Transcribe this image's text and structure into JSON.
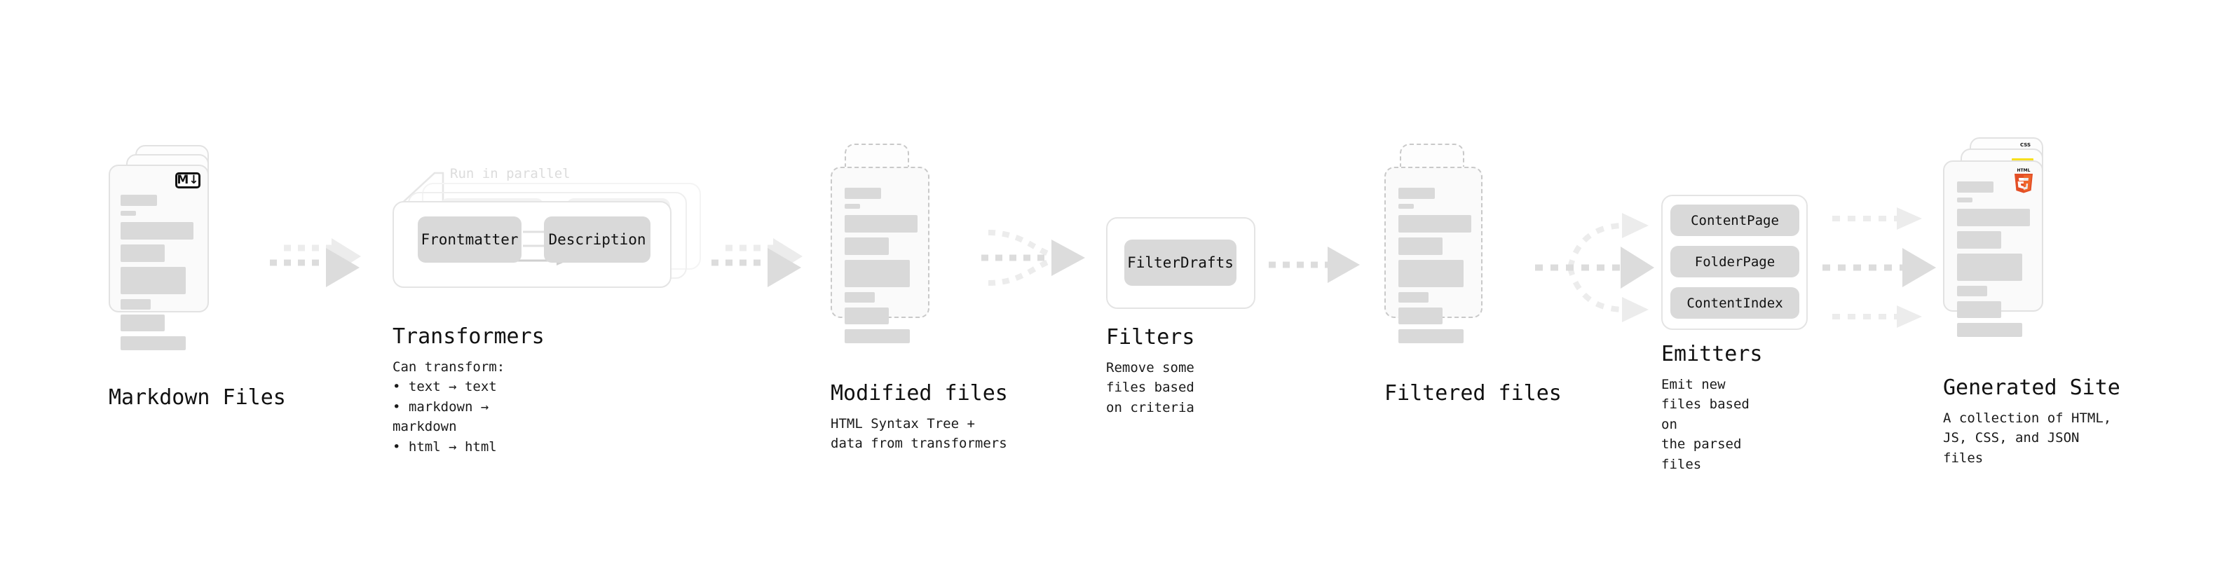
{
  "diagram": {
    "title": "Static site generation pipeline",
    "background_color": "#ffffff",
    "accent_gray": "#d9d9d9",
    "border_gray": "#e2e2e2",
    "arrow_gray": "#d8d8d8",
    "text_color": "#111111"
  },
  "stages": [
    {
      "id": "markdown-files",
      "title": "Markdown Files",
      "subtitle": "",
      "kind": "document-stack",
      "badge": "M↓",
      "badge_name": "markdown-icon"
    },
    {
      "id": "transformers",
      "title": "Transformers",
      "subtitle": "Can transform:\n • text → text\n • markdown → markdown\n • html → html",
      "kind": "group-box",
      "annotation": "Run in parallel",
      "pills": [
        {
          "label": "Frontmatter"
        },
        {
          "label": "Description"
        }
      ]
    },
    {
      "id": "modified-files",
      "title": "Modified files",
      "subtitle": "HTML Syntax Tree +\ndata from transformers",
      "kind": "document-stack-dashed"
    },
    {
      "id": "filters",
      "title": "Filters",
      "subtitle": "Remove some files based\non criteria",
      "kind": "group-box",
      "pills": [
        {
          "label": "FilterDrafts"
        }
      ]
    },
    {
      "id": "filtered-files",
      "title": "Filtered files",
      "subtitle": "",
      "kind": "document-stack-dashed"
    },
    {
      "id": "emitters",
      "title": "Emitters",
      "subtitle": "Emit new files based on\nthe parsed files",
      "kind": "group-box",
      "pills": [
        {
          "label": "ContentPage"
        },
        {
          "label": "FolderPage"
        },
        {
          "label": "ContentIndex"
        }
      ]
    },
    {
      "id": "generated-site",
      "title": "Generated Site",
      "subtitle": "A collection of HTML,\nJS, CSS, and JSON files",
      "kind": "document-stack",
      "badges": [
        {
          "name": "html5-icon",
          "label": "HTML",
          "digit": "5",
          "color": "#e34f26"
        },
        {
          "name": "javascript-icon",
          "label": "JS",
          "color": "#f7df1e"
        },
        {
          "name": "css3-icon",
          "label": "CSS",
          "color": "#264de4"
        }
      ]
    }
  ],
  "connectors": [
    {
      "id": "arrow-markdown-to-transformers",
      "type": "straight-stacked"
    },
    {
      "id": "arrow-transformers-to-modified",
      "type": "straight-stacked"
    },
    {
      "id": "arrow-modified-to-filters",
      "type": "merge"
    },
    {
      "id": "arrow-filters-to-filtered",
      "type": "straight"
    },
    {
      "id": "arrow-filtered-to-emitters",
      "type": "fan-three"
    },
    {
      "id": "arrow-emitters-to-site",
      "type": "three-parallel"
    }
  ],
  "inner_arrows": {
    "transformers_count": 3,
    "description": "Frontmatter to Description"
  }
}
